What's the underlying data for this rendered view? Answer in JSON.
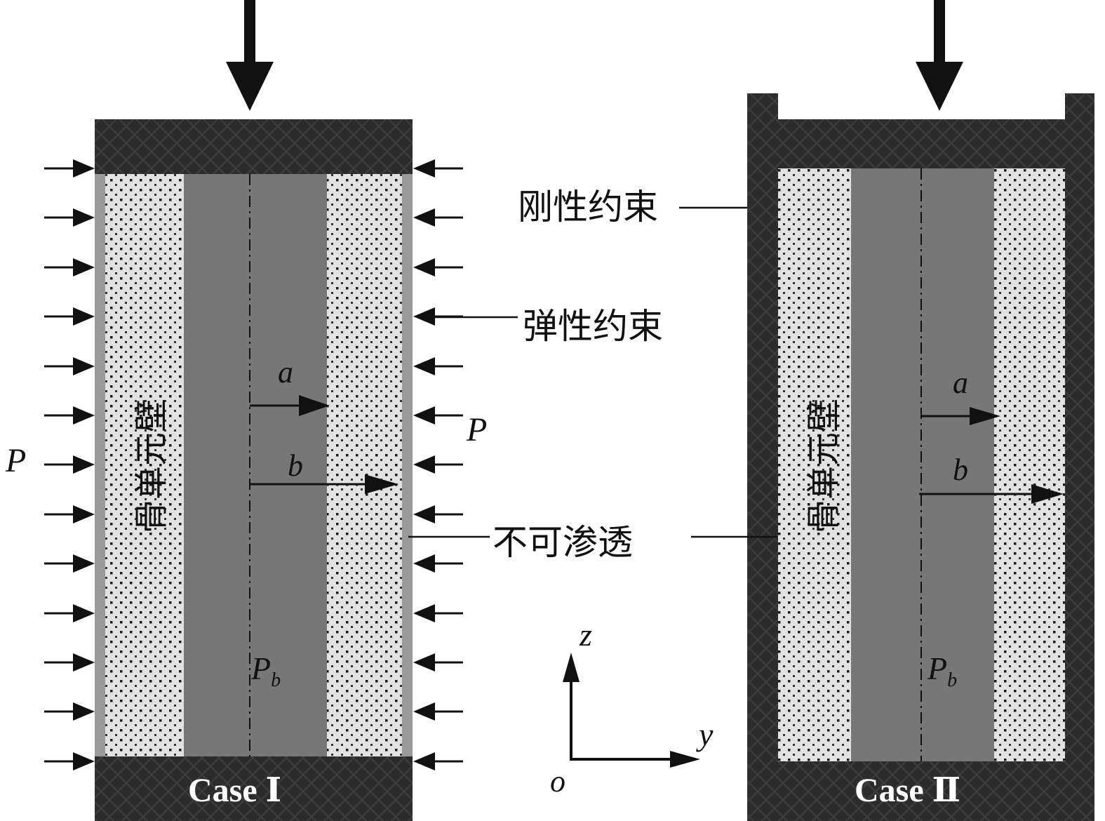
{
  "labels": {
    "rigid_constraint": "刚性约束",
    "elastic_constraint": "弹性约束",
    "impermeable": "不可渗透",
    "bone_unit_wall": "骨单元壁",
    "pressure": "P",
    "pore_pressure_main": "P",
    "pore_pressure_sub": "b",
    "inner_radius": "a",
    "outer_radius": "b",
    "axis_z": "z",
    "axis_y": "y",
    "origin": "o"
  },
  "cases": {
    "case1": "Case Ⅰ",
    "case2": "Case Ⅱ"
  },
  "colors": {
    "dark": "#2c2c2c",
    "core": "#777777",
    "porous": "#e2e2e2",
    "thin_wall": "#9a9a9a",
    "ink": "#111111"
  }
}
